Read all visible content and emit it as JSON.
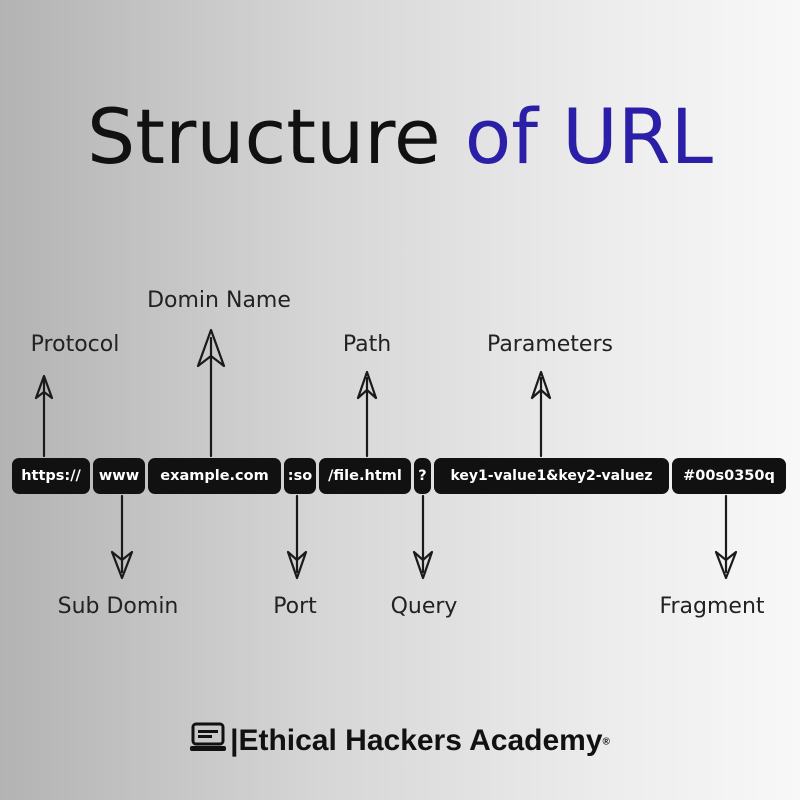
{
  "title": {
    "main": "Structure",
    "accent": "of URL"
  },
  "url_parts": [
    {
      "name": "chip-protocol",
      "text": "https://"
    },
    {
      "name": "chip-subdomain",
      "text": "www"
    },
    {
      "name": "chip-domain",
      "text": "example.com"
    },
    {
      "name": "chip-port",
      "text": ":so"
    },
    {
      "name": "chip-path",
      "text": "/file.html"
    },
    {
      "name": "chip-query",
      "text": "?"
    },
    {
      "name": "chip-parameters",
      "text": "key1-value1&key2-valuez"
    },
    {
      "name": "chip-fragment",
      "text": "#00s0350q"
    }
  ],
  "labels_above": {
    "protocol": "Protocol",
    "domain": "Domin Name",
    "path": "Path",
    "parameters": "Parameters"
  },
  "labels_below": {
    "subdomain": "Sub Domin",
    "port": "Port",
    "query": "Query",
    "fragment": "Fragment"
  },
  "footer": {
    "brand": "|Ethical Hackers Academy",
    "registered": "®"
  },
  "colors": {
    "accent": "#2b1fa8",
    "chip_bg": "#111111",
    "text": "#222222"
  },
  "icons": {
    "footer_logo": "laptop-icon"
  }
}
